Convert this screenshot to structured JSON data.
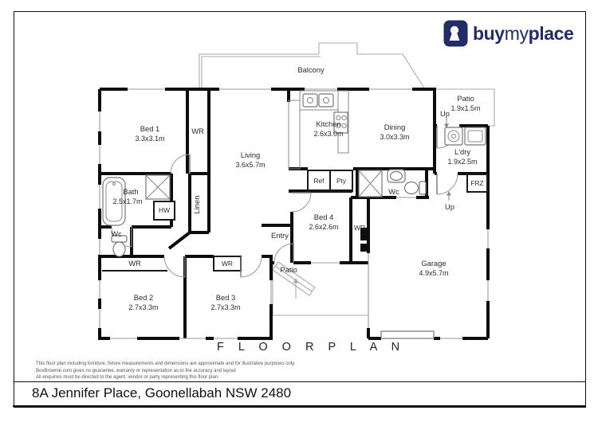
{
  "page": {
    "title": "F L O O R  P L A N",
    "address": "8A Jennifer Place, Goonellabah NSW 2480"
  },
  "logo": {
    "part1": "buy",
    "part2": "my",
    "part3": "place",
    "color": "#222c67"
  },
  "disclaimer": {
    "line1": "This floor plan including furniture, fixture measurements and dimensions are approximate and for illustrative purposes only.",
    "line2": "BoxBrownie.com gives no guarantee, warranty or representation as to the accuracy and layout",
    "line3": "All enquiries must be directed to the agent, vendor or party representing this floor plan."
  },
  "rooms": {
    "balcony": {
      "name": "Balcony"
    },
    "bed1": {
      "name": "Bed 1",
      "dims": "3.3x3.1m"
    },
    "living": {
      "name": "Living",
      "dims": "3.6x5.7m"
    },
    "kitchen": {
      "name": "Kitchen",
      "dims": "2.6x3.0m"
    },
    "dining": {
      "name": "Dining",
      "dims": "3.0x3.3m"
    },
    "patio_top": {
      "name": "Patio",
      "dims": "1.9x1.5m"
    },
    "laundry": {
      "name": "L'dry",
      "dims": "1.9x2.5m"
    },
    "bath": {
      "name": "Bath",
      "dims": "2.5x1.7m"
    },
    "bed4": {
      "name": "Bed 4",
      "dims": "2.6x2.6m"
    },
    "garage": {
      "name": "Garage",
      "dims": "4.9x5.7m"
    },
    "bed2": {
      "name": "Bed 2",
      "dims": "2.7x3.3m"
    },
    "bed3": {
      "name": "Bed 3",
      "dims": "2.7x3.3m"
    },
    "entry": {
      "name": "Entry"
    },
    "patio_bottom": {
      "name": "Patio"
    }
  },
  "labels": {
    "wr_bed1": "WR",
    "linen": "Linen",
    "hw": "HW",
    "wc_left": "Wc",
    "wr_hall": "WR",
    "wr_bed3": "WR",
    "ref": "Ref",
    "pty": "Pty",
    "wc_mid": "Wc",
    "wr_bed4": "WR",
    "frz": "FRZ",
    "up_patio": "Up",
    "up_garage": "Up"
  }
}
